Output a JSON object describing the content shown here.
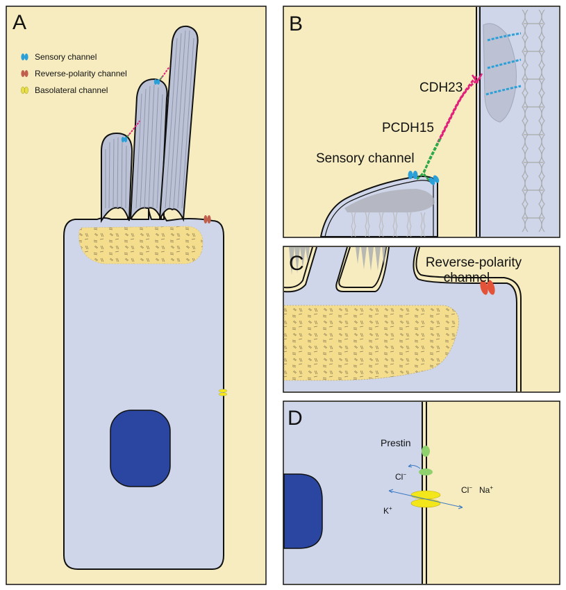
{
  "panels": {
    "a": {
      "label": "A"
    },
    "b": {
      "label": "B"
    },
    "c": {
      "label": "C"
    },
    "d": {
      "label": "D"
    }
  },
  "legend": {
    "sensory": "Sensory channel",
    "reverse": "Reverse-polarity channel",
    "basolateral": "Basolateral channel"
  },
  "panel_b": {
    "cdh23": "CDH23",
    "pcdh15": "PCDH15",
    "sensory_channel": "Sensory channel"
  },
  "panel_c": {
    "line1": "Reverse-polarity",
    "line2": "channel"
  },
  "panel_d": {
    "prestin": "Prestin",
    "cl_left": "Cl",
    "cl_left_sup": "−",
    "cl_right": "Cl",
    "cl_right_sup": "−",
    "na": "Na",
    "na_sup": "+",
    "k": "K",
    "k_sup": "+"
  },
  "colors": {
    "background": "#f6ecbf",
    "cell": "#cfd6ea",
    "stereocilia": "#bcc2d6",
    "cuticular": "#f4dd8c",
    "nucleus": "#2a46a0",
    "sensory": "#2a9fd8",
    "reverse": "#e2533a",
    "basolateral": "#f3e61a",
    "prestin": "#8fd16c",
    "cdh23": "#e0207a",
    "pcdh15": "#2fa84a"
  }
}
